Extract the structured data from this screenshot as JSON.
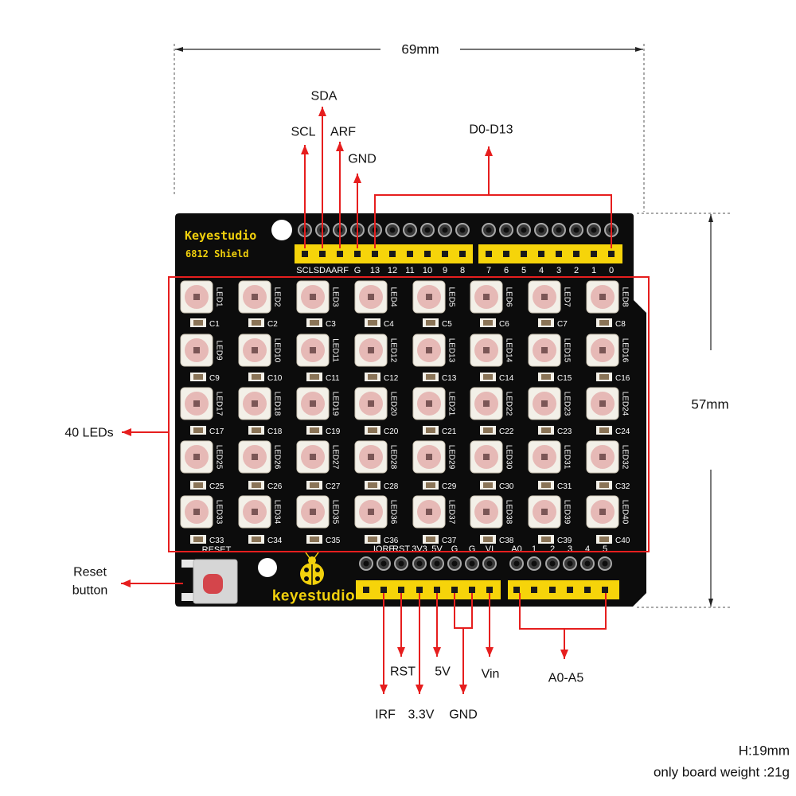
{
  "dimensions": {
    "width": "69mm",
    "height": "57mm"
  },
  "board": {
    "brand": "Keyestudio",
    "model": "6812 Shield",
    "logo_text": "keyestudio",
    "reset_silk": "RESET",
    "digital_header_labels_left": [
      "SCL",
      "SDA",
      "ARF",
      "G",
      "13",
      "12",
      "11",
      "10",
      "9",
      "8"
    ],
    "digital_header_labels_right": [
      "7",
      "6",
      "5",
      "4",
      "3",
      "2",
      "1",
      "0"
    ],
    "power_header_labels": [
      "IORF",
      "RST",
      "3V3",
      "5V",
      "G",
      "G",
      "VI"
    ],
    "analog_header_labels": [
      "A0",
      "1",
      "2",
      "3",
      "4",
      "5"
    ]
  },
  "leds": [
    {
      "label": "LED1",
      "cap": "C1"
    },
    {
      "label": "LED2",
      "cap": "C2"
    },
    {
      "label": "LED3",
      "cap": "C3"
    },
    {
      "label": "LED4",
      "cap": "C4"
    },
    {
      "label": "LED5",
      "cap": "C5"
    },
    {
      "label": "LED6",
      "cap": "C6"
    },
    {
      "label": "LED7",
      "cap": "C7"
    },
    {
      "label": "LED8",
      "cap": "C8"
    },
    {
      "label": "LED9",
      "cap": "C9"
    },
    {
      "label": "LED10",
      "cap": "C10"
    },
    {
      "label": "LED11",
      "cap": "C11"
    },
    {
      "label": "LED12",
      "cap": "C12"
    },
    {
      "label": "LED13",
      "cap": "C13"
    },
    {
      "label": "LED14",
      "cap": "C14"
    },
    {
      "label": "LED15",
      "cap": "C15"
    },
    {
      "label": "LED16",
      "cap": "C16"
    },
    {
      "label": "LED17",
      "cap": "C17"
    },
    {
      "label": "LED18",
      "cap": "C18"
    },
    {
      "label": "LED19",
      "cap": "C19"
    },
    {
      "label": "LED20",
      "cap": "C20"
    },
    {
      "label": "LED21",
      "cap": "C21"
    },
    {
      "label": "LED22",
      "cap": "C22"
    },
    {
      "label": "LED23",
      "cap": "C23"
    },
    {
      "label": "LED24",
      "cap": "C24"
    },
    {
      "label": "LED25",
      "cap": "C25"
    },
    {
      "label": "LED26",
      "cap": "C26"
    },
    {
      "label": "LED27",
      "cap": "C27"
    },
    {
      "label": "LED28",
      "cap": "C28"
    },
    {
      "label": "LED29",
      "cap": "C29"
    },
    {
      "label": "LED30",
      "cap": "C30"
    },
    {
      "label": "LED31",
      "cap": "C31"
    },
    {
      "label": "LED32",
      "cap": "C32"
    },
    {
      "label": "LED33",
      "cap": "C33"
    },
    {
      "label": "LED34",
      "cap": "C34"
    },
    {
      "label": "LED35",
      "cap": "C35"
    },
    {
      "label": "LED36",
      "cap": "C36"
    },
    {
      "label": "LED37",
      "cap": "C37"
    },
    {
      "label": "LED38",
      "cap": "C38"
    },
    {
      "label": "LED39",
      "cap": "C39"
    },
    {
      "label": "LED40",
      "cap": "C40"
    }
  ],
  "callouts": {
    "scl": "SCL",
    "sda": "SDA",
    "arf": "ARF",
    "gnd_top": "GND",
    "digital": "D0-D13",
    "leds": "40 LEDs",
    "reset_line1": "Reset",
    "reset_line2": "button",
    "irf": "IRF",
    "rst": "RST",
    "v33": "3.3V",
    "v5": "5V",
    "gnd_bottom": "GND",
    "vin": "Vin",
    "analog": "A0-A5"
  },
  "notes": {
    "height": "H:19mm",
    "weight": "only board weight :21g"
  },
  "colors": {
    "board": "#0c0c0c",
    "silkscreen": "#f2d10c",
    "header": "#f6d40a",
    "callout": "#e61e1e"
  }
}
